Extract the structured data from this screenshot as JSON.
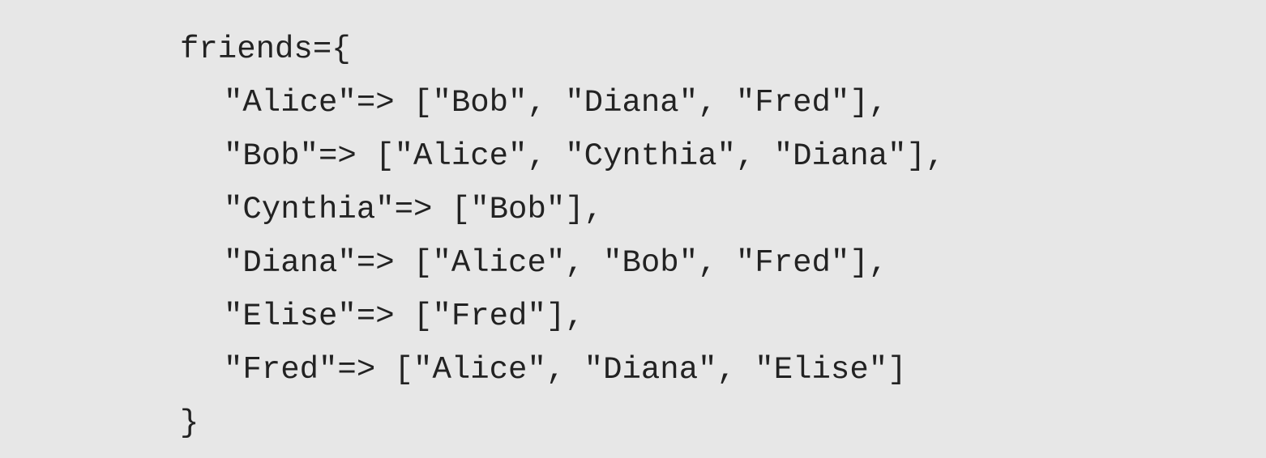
{
  "code": {
    "lines": [
      "friends={",
      "\"Alice\"=> [\"Bob\", \"Diana\", \"Fred\"],",
      "\"Bob\"=> [\"Alice\", \"Cynthia\", \"Diana\"],",
      "\"Cynthia\"=> [\"Bob\"],",
      "\"Diana\"=> [\"Alice\", \"Bob\", \"Fred\"],",
      "\"Elise\"=> [\"Fred\"],",
      "\"Fred\"=> [\"Alice\", \"Diana\", \"Elise\"]",
      "}"
    ]
  }
}
